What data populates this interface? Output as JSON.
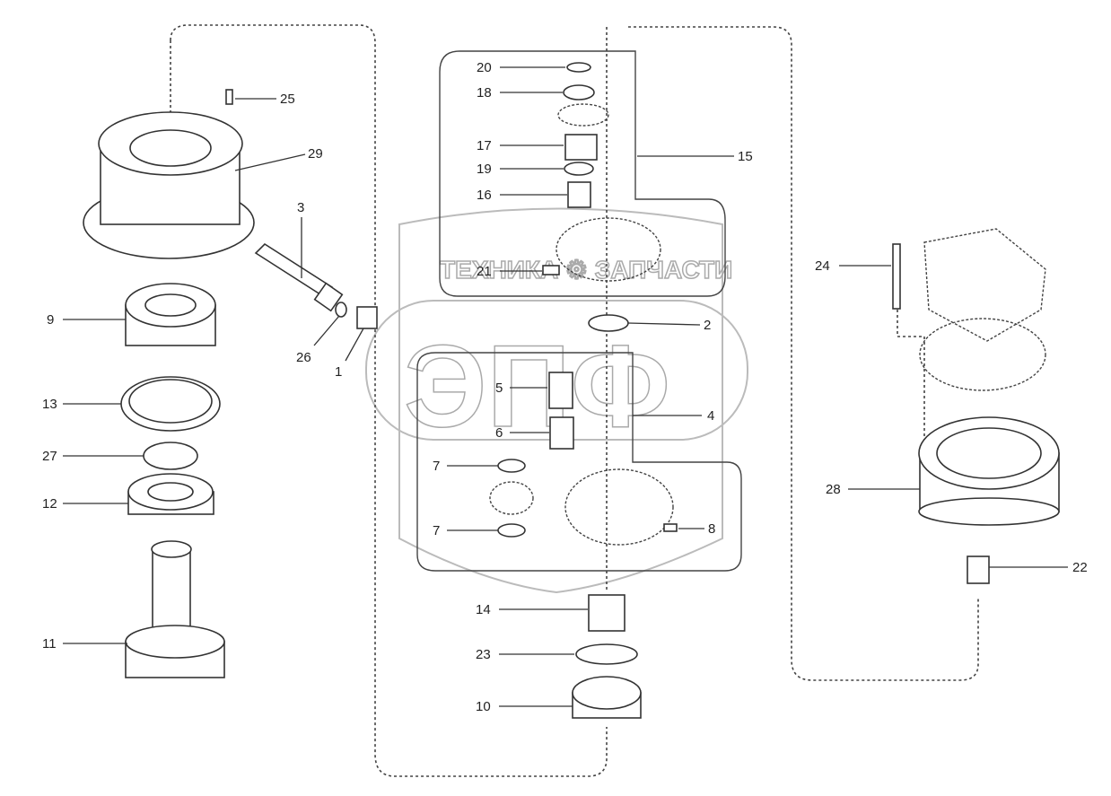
{
  "diagram": {
    "type": "exploded parts diagram",
    "watermark": {
      "top_text": "ТЕХНИКА ЗАПЧАСТИ",
      "logo_text": "ЭПФ"
    },
    "labels": {
      "p20": "20",
      "p18": "18",
      "p17": "17",
      "p19": "19",
      "p16": "16",
      "p21": "21",
      "p15": "15",
      "p2": "2",
      "p5": "5",
      "p4": "4",
      "p6": "6",
      "p7a": "7",
      "p7b": "7",
      "p8": "8",
      "p14": "14",
      "p23": "23",
      "p10": "10",
      "p25": "25",
      "p29": "29",
      "p3": "3",
      "p9": "9",
      "p26": "26",
      "p1": "1",
      "p13": "13",
      "p27": "27",
      "p12": "12",
      "p11": "11",
      "p24": "24",
      "p28": "28",
      "p22": "22"
    }
  }
}
